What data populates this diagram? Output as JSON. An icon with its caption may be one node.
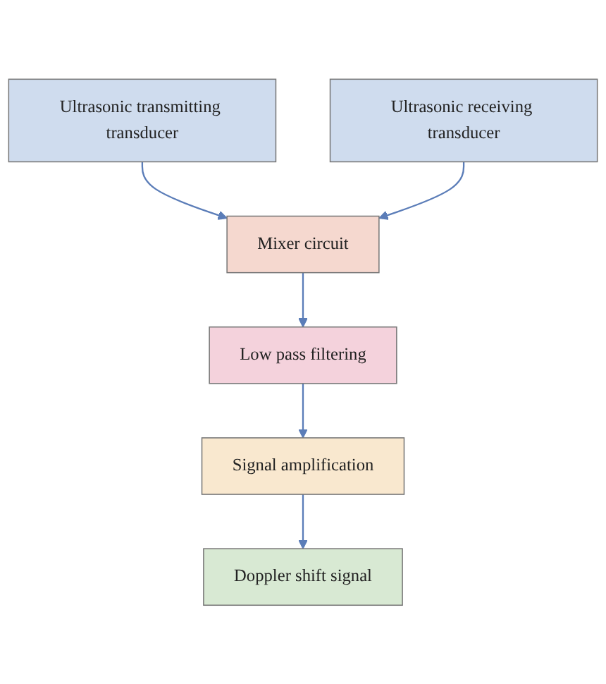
{
  "diagram": {
    "nodes": [
      {
        "text": [
          "Ultrasonic transmitting transducer"
        ]
      },
      {
        "text": [
          "Ultrasonic receiving transducer"
        ]
      },
      {
        "text": [
          "Mixer circuit"
        ]
      },
      {
        "text": [
          "Low pass filtering"
        ]
      },
      {
        "text": [
          "Signal amplification"
        ]
      },
      {
        "text": [
          "Doppler shift signal"
        ]
      }
    ],
    "edges": [
      {
        "from": 0,
        "to": 2,
        "arrow": "to"
      },
      {
        "from": 1,
        "to": 2,
        "arrow": "to"
      },
      {
        "from": 2,
        "to": 3,
        "arrow": "to"
      },
      {
        "from": 3,
        "to": 4,
        "arrow": "to"
      },
      {
        "from": 4,
        "to": 5,
        "arrow": "to"
      }
    ]
  }
}
